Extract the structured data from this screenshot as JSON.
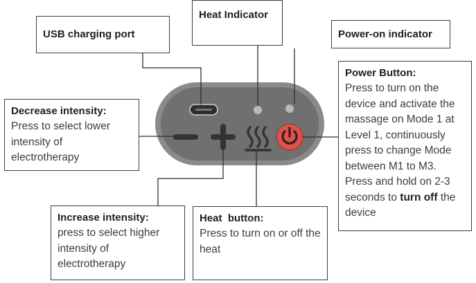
{
  "labels": {
    "usb": {
      "title": "USB charging port"
    },
    "heat_indicator": {
      "title": "Heat Indicator"
    },
    "power_indicator": {
      "title": "Power-on indicator"
    },
    "power_button": {
      "title": "Power Button:",
      "desc_pre": "Press to turn on the device and activate the massage on Mode 1 at Level 1, continuously press to change Mode between M1 to M3. Press and hold on 2-3 seconds to ",
      "desc_bold": "turn off",
      "desc_post": " the device"
    },
    "decrease": {
      "title": "Decrease intensity:",
      "desc": "Press to select lower intensity of electrotherapy"
    },
    "increase": {
      "title": "Increase intensity:",
      "desc": "press to select higher intensity of electrotherapy"
    },
    "heat_button": {
      "title": "Heat  button:",
      "desc": "Press to turn on or off the heat"
    }
  },
  "icons": [
    "usb-port-icon",
    "minus-icon",
    "plus-icon",
    "heat-waves-icon",
    "power-icon"
  ],
  "colors": {
    "device_body": "#8a8a8a",
    "device_face": "#6f6f6f",
    "power_button": "#d9534f",
    "leader_line": "#2f2f2f"
  }
}
